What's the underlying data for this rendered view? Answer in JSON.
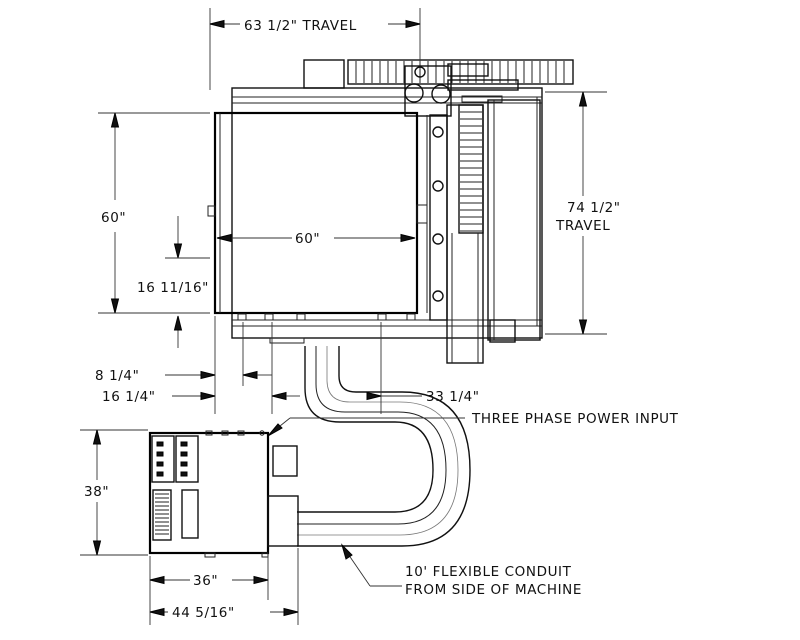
{
  "dimensions": {
    "x_travel": "63 1/2\" TRAVEL",
    "y_travel_value": "74 1/2\"",
    "y_travel_word": "TRAVEL",
    "table_height": "60\"",
    "table_width": "60\"",
    "table_offset": "16 11/16\"",
    "offset_a": "8 1/4\"",
    "offset_b": "16 1/4\"",
    "conduit_run": "33 1/4\"",
    "cabinet_height": "38\"",
    "cabinet_width": "36\"",
    "cabinet_overall_width": "44 5/16\""
  },
  "callouts": {
    "power_input": "THREE PHASE POWER INPUT",
    "conduit_line1": "10' FLEXIBLE CONDUIT",
    "conduit_line2": "FROM SIDE OF MACHINE"
  }
}
